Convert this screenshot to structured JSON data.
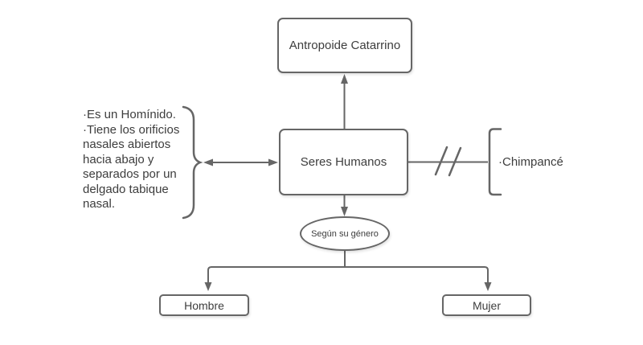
{
  "nodes": {
    "antropoide": "Antropoide Catarrino",
    "seres_humanos": "Seres Humanos",
    "genero": "Según su género",
    "hombre": "Hombre",
    "mujer": "Mujer",
    "chimpance": "·Chimpancé"
  },
  "note_text": "·Es un Homínido.\n·Tiene los orificios\nnasales abiertos\nhacia abajo y\nseparados por un\ndelgado tabique\nnasal.",
  "colors": {
    "line": "#666666",
    "text": "#3d3d3d",
    "node_fill": "#ffffff",
    "background": "#ffffff"
  }
}
